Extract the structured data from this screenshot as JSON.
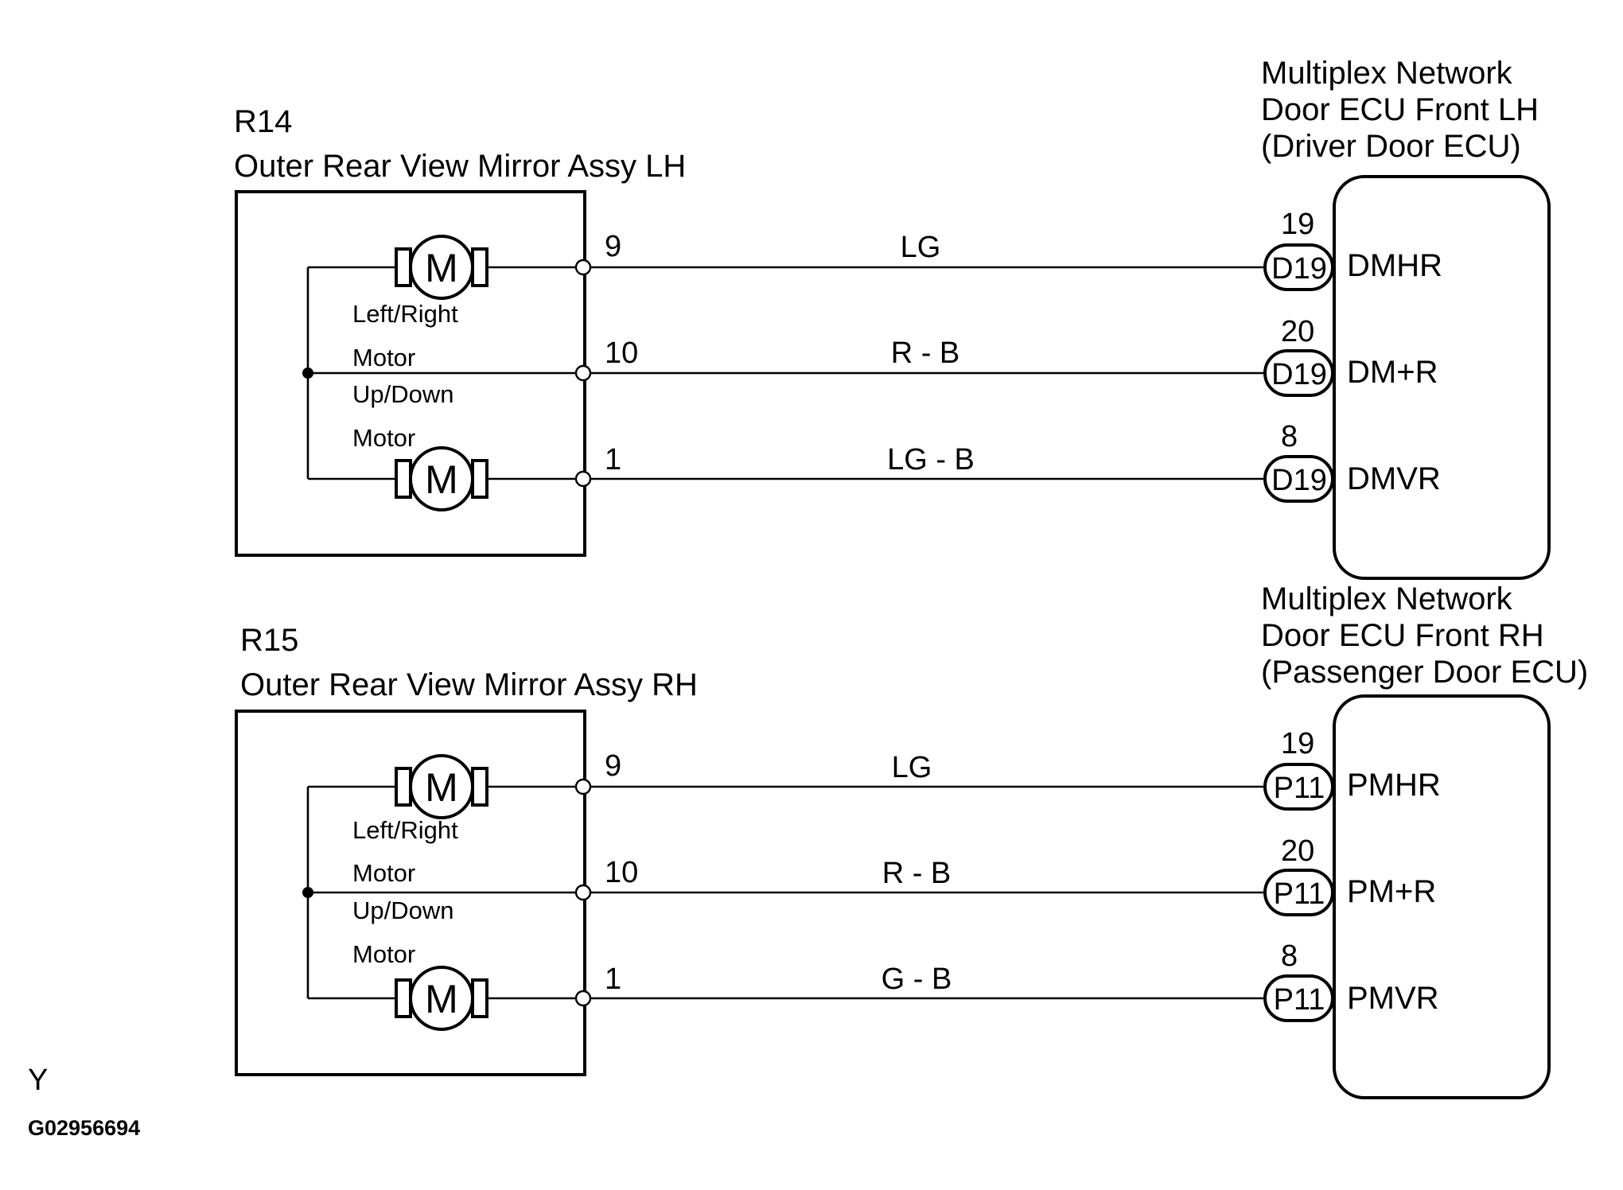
{
  "footer": {
    "y_label": "Y",
    "figure_id": "G02956694"
  },
  "left_components": [
    {
      "code": "R14",
      "title": "Outer Rear View Mirror Assy LH",
      "motor_symbol": "M",
      "motor1_label_a": "Left/Right",
      "motor1_label_b": "Motor",
      "motor2_label_a": "Up/Down",
      "motor2_label_b": "Motor",
      "pins": [
        "9",
        "10",
        "1"
      ]
    },
    {
      "code": "R15",
      "title": "Outer Rear View Mirror Assy RH",
      "motor_symbol": "M",
      "motor1_label_a": "Left/Right",
      "motor1_label_b": "Motor",
      "motor2_label_a": "Up/Down",
      "motor2_label_b": "Motor",
      "pins": [
        "9",
        "10",
        "1"
      ]
    }
  ],
  "ecus": [
    {
      "title_lines": [
        "Multiplex Network",
        "Door ECU Front LH",
        "(Driver Door ECU)"
      ],
      "connector": "D19",
      "pins": [
        "19",
        "20",
        "8"
      ],
      "terminals": [
        "DMHR",
        "DM+R",
        "DMVR"
      ]
    },
    {
      "title_lines": [
        "Multiplex Network",
        "Door ECU Front RH",
        "(Passenger Door ECU)"
      ],
      "connector": "P11",
      "pins": [
        "19",
        "20",
        "8"
      ],
      "terminals": [
        "PMHR",
        "PM+R",
        "PMVR"
      ]
    }
  ],
  "wires": [
    [
      "LG",
      "R - B",
      "LG - B"
    ],
    [
      "LG",
      "R - B",
      "G - B"
    ]
  ]
}
